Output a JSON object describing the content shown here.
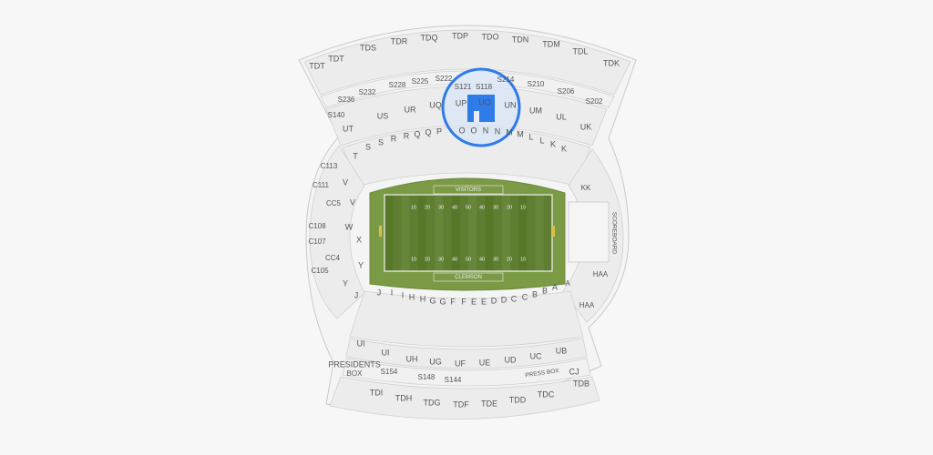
{
  "sections": {
    "upper_top": [
      "TDT",
      "TDT",
      "TDS",
      "TDR",
      "TDQ",
      "TDP",
      "TDO",
      "TDN",
      "TDM",
      "TDL",
      "TDK"
    ],
    "suites_top": [
      "S236",
      "S232",
      "S228",
      "S225",
      "S222",
      "S121",
      "S118",
      "S214",
      "S210",
      "S206",
      "S202"
    ],
    "suite_left": "S140",
    "upper_row": [
      "UT",
      "US",
      "UR",
      "UQ",
      "UP",
      "UO",
      "UN",
      "UM",
      "UL",
      "UK"
    ],
    "lower_top": [
      "T",
      "S",
      "S",
      "R",
      "R",
      "Q",
      "Q",
      "P",
      "O",
      "O",
      "N",
      "N",
      "M",
      "M",
      "L",
      "L",
      "K",
      "K"
    ],
    "west": [
      "C113",
      "C111",
      "CC5",
      "C108",
      "C107",
      "CC4",
      "C105"
    ],
    "west_inner": [
      "V",
      "V",
      "W",
      "X",
      "Y",
      "Y"
    ],
    "east": [
      "KK",
      "HAA",
      "A",
      "HAA"
    ],
    "lower_bottom": [
      "J",
      "J",
      "I",
      "I",
      "H",
      "H",
      "G",
      "G",
      "F",
      "F",
      "E",
      "E",
      "D",
      "D",
      "C",
      "C",
      "B",
      "B",
      "A"
    ],
    "upper_bottom": [
      "UI",
      "UI",
      "UH",
      "UG",
      "UF",
      "UE",
      "UD",
      "UC",
      "UB"
    ],
    "suites_bottom": [
      "S154",
      "S148",
      "S144"
    ],
    "presidents_line1": "PRESIDENTS",
    "presidents_line2": "BOX",
    "press_box": "PRESS BOX",
    "cj": "CJ",
    "upper_bottom2": [
      "TDI",
      "TDH",
      "TDG",
      "TDF",
      "TDE",
      "TDD",
      "TDC",
      "TDB"
    ],
    "scoreboard": "SCOREBOARD"
  },
  "field": {
    "visitors": "VISITORS",
    "home": "CLEMSON",
    "yard_numbers": [
      "10",
      "20",
      "30",
      "40",
      "50",
      "40",
      "30",
      "20",
      "10"
    ]
  },
  "highlight": {
    "sections": [
      "UO"
    ],
    "color": "#2f7be8"
  },
  "colors": {
    "field_light": "#7a9a45",
    "field_dark": "#5f7e31",
    "highlight": "#2f7be8",
    "highlight_ring": "#d6e4fa"
  }
}
